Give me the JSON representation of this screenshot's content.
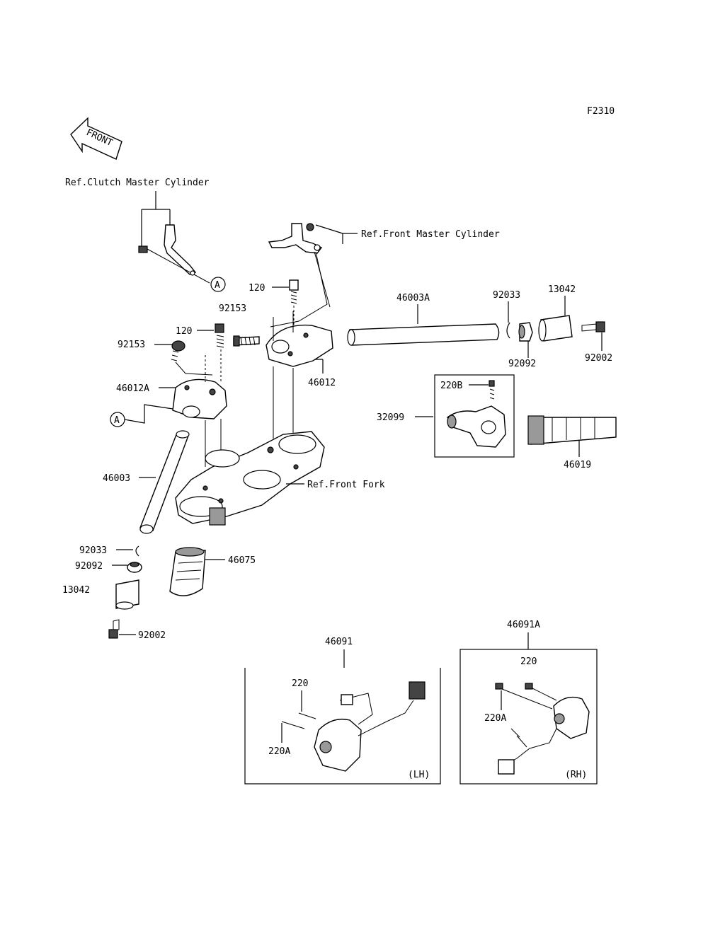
{
  "figure_code": "F2310",
  "front_label": "FRONT",
  "refs": {
    "clutch": "Ref.Clutch Master Cylinder",
    "brake": "Ref.Front Master Cylinder",
    "fork": "Ref.Front Fork"
  },
  "markers": {
    "a": "A"
  },
  "labels": {
    "p120_top": "120",
    "p120_left": "120",
    "p92153_top": "92153",
    "p92153_left": "92153",
    "p46012a": "46012A",
    "p46012": "46012",
    "p46003": "46003",
    "p46003a": "46003A",
    "p92033_r": "92033",
    "p13042_r": "13042",
    "p92092_r": "92092",
    "p92002_r": "92002",
    "p220b": "220B",
    "p32099": "32099",
    "p46019": "46019",
    "p92033_l": "92033",
    "p92092_l": "92092",
    "p13042_l": "13042",
    "p92002_l": "92002",
    "p46075": "46075",
    "p46091": "46091",
    "p220_lh": "220",
    "p220a_lh": "220A",
    "lh": "(LH)",
    "p46091a": "46091A",
    "p220_rh": "220",
    "p220a_rh": "220A",
    "rh": "(RH)"
  }
}
